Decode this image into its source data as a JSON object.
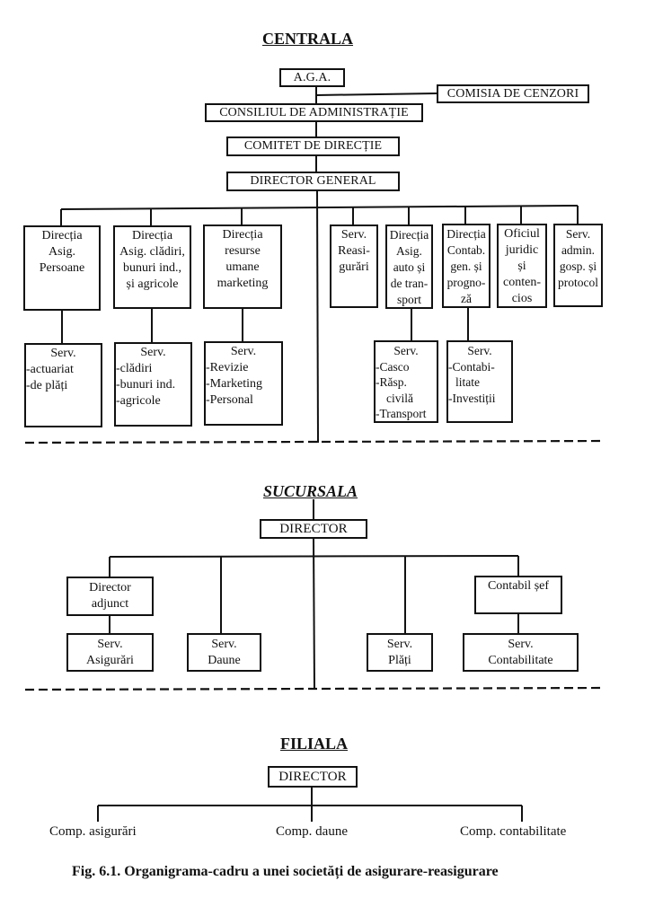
{
  "centrala": {
    "title": "CENTRALA",
    "aga": "A.G.A.",
    "comisia": "COMISIA DE CENZORI",
    "consiliul": "CONSILIUL DE ADMINISTRAȚIE",
    "comitet": "COMITET DE DIRECȚIE",
    "director_general": "DIRECTOR GENERAL",
    "units": [
      {
        "lines": [
          "Direcția",
          "Asig.",
          "Persoane"
        ]
      },
      {
        "lines": [
          "Direcția",
          "Asig. clădiri,",
          "bunuri ind.,",
          "și agricole"
        ]
      },
      {
        "lines": [
          "Direcția",
          "resurse",
          "umane",
          "marketing"
        ]
      },
      {
        "lines": [
          "Serv.",
          "Reasi-",
          "gurări"
        ]
      },
      {
        "lines": [
          "Direcția",
          "Asig.",
          "auto și",
          "de tran-",
          "sport"
        ]
      },
      {
        "lines": [
          "Direcția",
          "Contab.",
          "gen. și",
          "progno-",
          "ză"
        ]
      },
      {
        "lines": [
          "Oficiul",
          "juridic",
          "și",
          "conten-",
          "cios"
        ]
      },
      {
        "lines": [
          "Serv.",
          "admin.",
          "gosp. și",
          "protocol"
        ]
      }
    ],
    "services": [
      {
        "title": "Serv.",
        "items": [
          "-actuariat",
          "-de plăți"
        ]
      },
      {
        "title": "Serv.",
        "items": [
          "-clădiri",
          "-bunuri ind.",
          "-agricole"
        ]
      },
      {
        "title": "Serv.",
        "items": [
          "-Revizie",
          "-Marketing",
          "-Personal"
        ]
      },
      {
        "title": "Serv.",
        "items": [
          "-Casco",
          "-Răsp.",
          "civilă",
          "-Transport"
        ]
      },
      {
        "title": "Serv.",
        "items": [
          "-Contabi-",
          "litate",
          "-Investiții"
        ]
      }
    ]
  },
  "sucursala": {
    "title": "SUCURSALA",
    "director": "DIRECTOR",
    "director_adjunct": [
      "Director",
      "adjunct"
    ],
    "contabil_sef": "Contabil șef",
    "serv_asigurari": [
      "Serv.",
      "Asigurări"
    ],
    "serv_daune": [
      "Serv.",
      "Daune"
    ],
    "serv_plati": [
      "Serv.",
      "Plăți"
    ],
    "serv_contabilitate": [
      "Serv.",
      "Contabilitate"
    ]
  },
  "filiala": {
    "title": "FILIALA",
    "director": "DIRECTOR",
    "compartimente": [
      "Comp. asigurări",
      "Comp. daune",
      "Comp. contabilitate"
    ]
  },
  "caption": "Fig. 6.1. Organigrama-cadru a unei societăți de asigurare-reasigurare"
}
